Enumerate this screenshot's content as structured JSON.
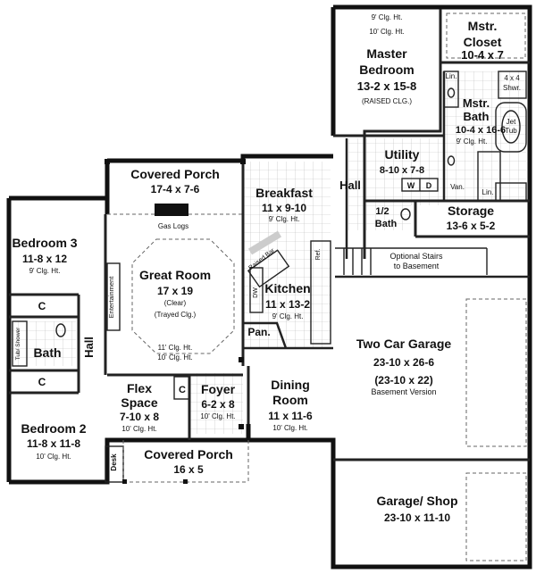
{
  "rooms": {
    "master_bedroom": {
      "name1": "Master",
      "name2": "Bedroom",
      "dims": "13-2 x 15-8",
      "note": "(RAISED CLG.)",
      "clg_top1": "9' Clg. Ht.",
      "clg_top2": "10' Clg. Ht."
    },
    "master_closet": {
      "name1": "Mstr.",
      "name2": "Closet",
      "dims": "10-4 x 7"
    },
    "master_bath": {
      "name1": "Mstr.",
      "name2": "Bath",
      "dims": "10-4 x 16-6",
      "clg": "9' Clg. Ht.",
      "shower1": "4 x 4",
      "shower2": "Shwr.",
      "tub1": "Jet",
      "tub2": "Tub",
      "lin1": "Lin.",
      "lin2": "Lin.",
      "van": "Van."
    },
    "utility": {
      "name": "Utility",
      "dims": "8-10 x 7-8",
      "w": "W",
      "d": "D"
    },
    "half_bath": {
      "name1": "1/2",
      "name2": "Bath"
    },
    "hall_right": {
      "name": "Hall"
    },
    "storage": {
      "name": "Storage",
      "dims": "13-6 x 5-2"
    },
    "stairs": {
      "line1": "Optional Stairs",
      "line2": "to Basement"
    },
    "covered_porch_top": {
      "name": "Covered Porch",
      "dims": "17-4 x 7-6",
      "gas": "Gas Logs"
    },
    "breakfast": {
      "name": "Breakfast",
      "dims": "11 x 9-10",
      "clg": "9' Clg. Ht."
    },
    "great_room": {
      "name": "Great Room",
      "dims": "17 x 19",
      "note1": "(Clear)",
      "note2": "(Trayed Clg.)",
      "clg1": "11' Clg. Ht.",
      "clg2": "10' Clg. Ht.",
      "entertainment": "Entertainment"
    },
    "kitchen": {
      "name": "Kitchen",
      "dims": "11 x 13-2",
      "clg": "9' Clg. Ht.",
      "raised_bar": "Raised Bar",
      "dw": "DW",
      "ref": "Ref."
    },
    "pantry": {
      "name": "Pan."
    },
    "bedroom3": {
      "name": "Bedroom 3",
      "dims": "11-8 x 12",
      "clg": "9' Clg. Ht."
    },
    "closet_c1": {
      "name": "C"
    },
    "closet_c2": {
      "name": "C"
    },
    "closet_c3": {
      "name": "C"
    },
    "bath_left": {
      "name": "Bath",
      "tub": "Tub/ Shower"
    },
    "hall_left": {
      "name": "Hall"
    },
    "bedroom2": {
      "name": "Bedroom 2",
      "dims": "11-8 x 11-8",
      "clg": "10' Clg. Ht."
    },
    "desk": {
      "name": "Desk"
    },
    "flex_space": {
      "name1": "Flex",
      "name2": "Space",
      "dims": "7-10 x 8",
      "clg": "10' Clg. Ht."
    },
    "foyer": {
      "name": "Foyer",
      "dims": "6-2 x 8",
      "clg": "10' Clg. Ht."
    },
    "covered_porch_bottom": {
      "name": "Covered Porch",
      "dims": "16 x 5"
    },
    "dining_room": {
      "name1": "Dining",
      "name2": "Room",
      "dims": "11 x 11-6",
      "clg": "10' Clg. Ht."
    },
    "garage": {
      "name": "Two Car Garage",
      "dims": "23-10 x 26-6",
      "alt": "(23-10 x 22)",
      "alt_note": "Basement Version"
    },
    "garage_shop": {
      "name": "Garage/ Shop",
      "dims": "23-10 x 11-10"
    }
  }
}
